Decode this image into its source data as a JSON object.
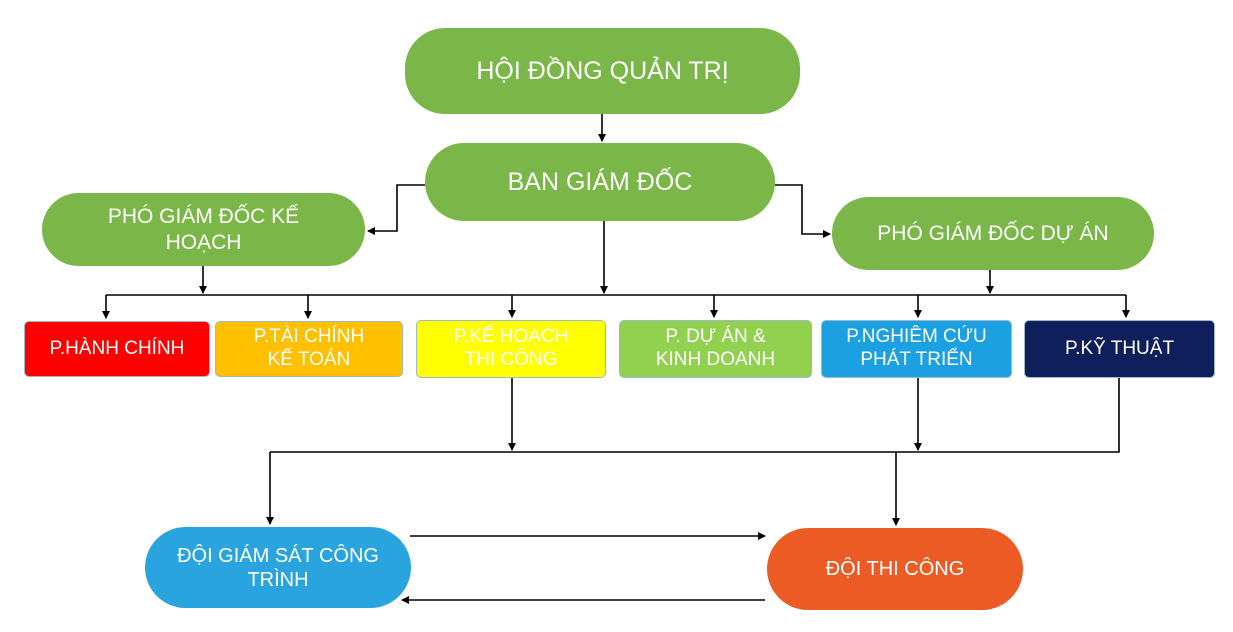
{
  "chart": {
    "board": "HỘI ĐỒNG QUẢN TRỊ",
    "directors": "BAN GIÁM ĐỐC",
    "vp_plan": "PHÓ GIÁM ĐỐC KẾ\nHOẠCH",
    "vp_project": "PHÓ GIÁM ĐỐC DỰ ÁN",
    "departments": [
      {
        "label": "P.HÀNH CHÍNH",
        "color": "#ff0000",
        "text_color": "#ffffff"
      },
      {
        "label": "P.TÀI CHÍNH\nKẾ TOÁN",
        "color": "#ffc000",
        "text_color": "#ffffff"
      },
      {
        "label": "P.KẾ HOẠCH\nTHI CÔNG",
        "color": "#ffff00",
        "text_color": "#ffffff"
      },
      {
        "label": "P. DỰ ÁN &\nKINH DOANH",
        "color": "#92d050",
        "text_color": "#ffffff"
      },
      {
        "label": "P.NGHIÊM CỨU\nPHÁT TRIỂN",
        "color": "#1ba1e2",
        "text_color": "#ffffff"
      },
      {
        "label": "P.KỸ THUẬT",
        "color": "#0f1f5c",
        "text_color": "#ffffff"
      }
    ],
    "team_supervision": "ĐỘI GIÁM SÁT CÔNG\nTRÌNH",
    "team_construction": "ĐỘI THI CÔNG"
  },
  "colors": {
    "green": "#7ab648",
    "supervision_blue": "#2aa4df",
    "construction_orange": "#ec5b24",
    "connector": "#000000"
  }
}
